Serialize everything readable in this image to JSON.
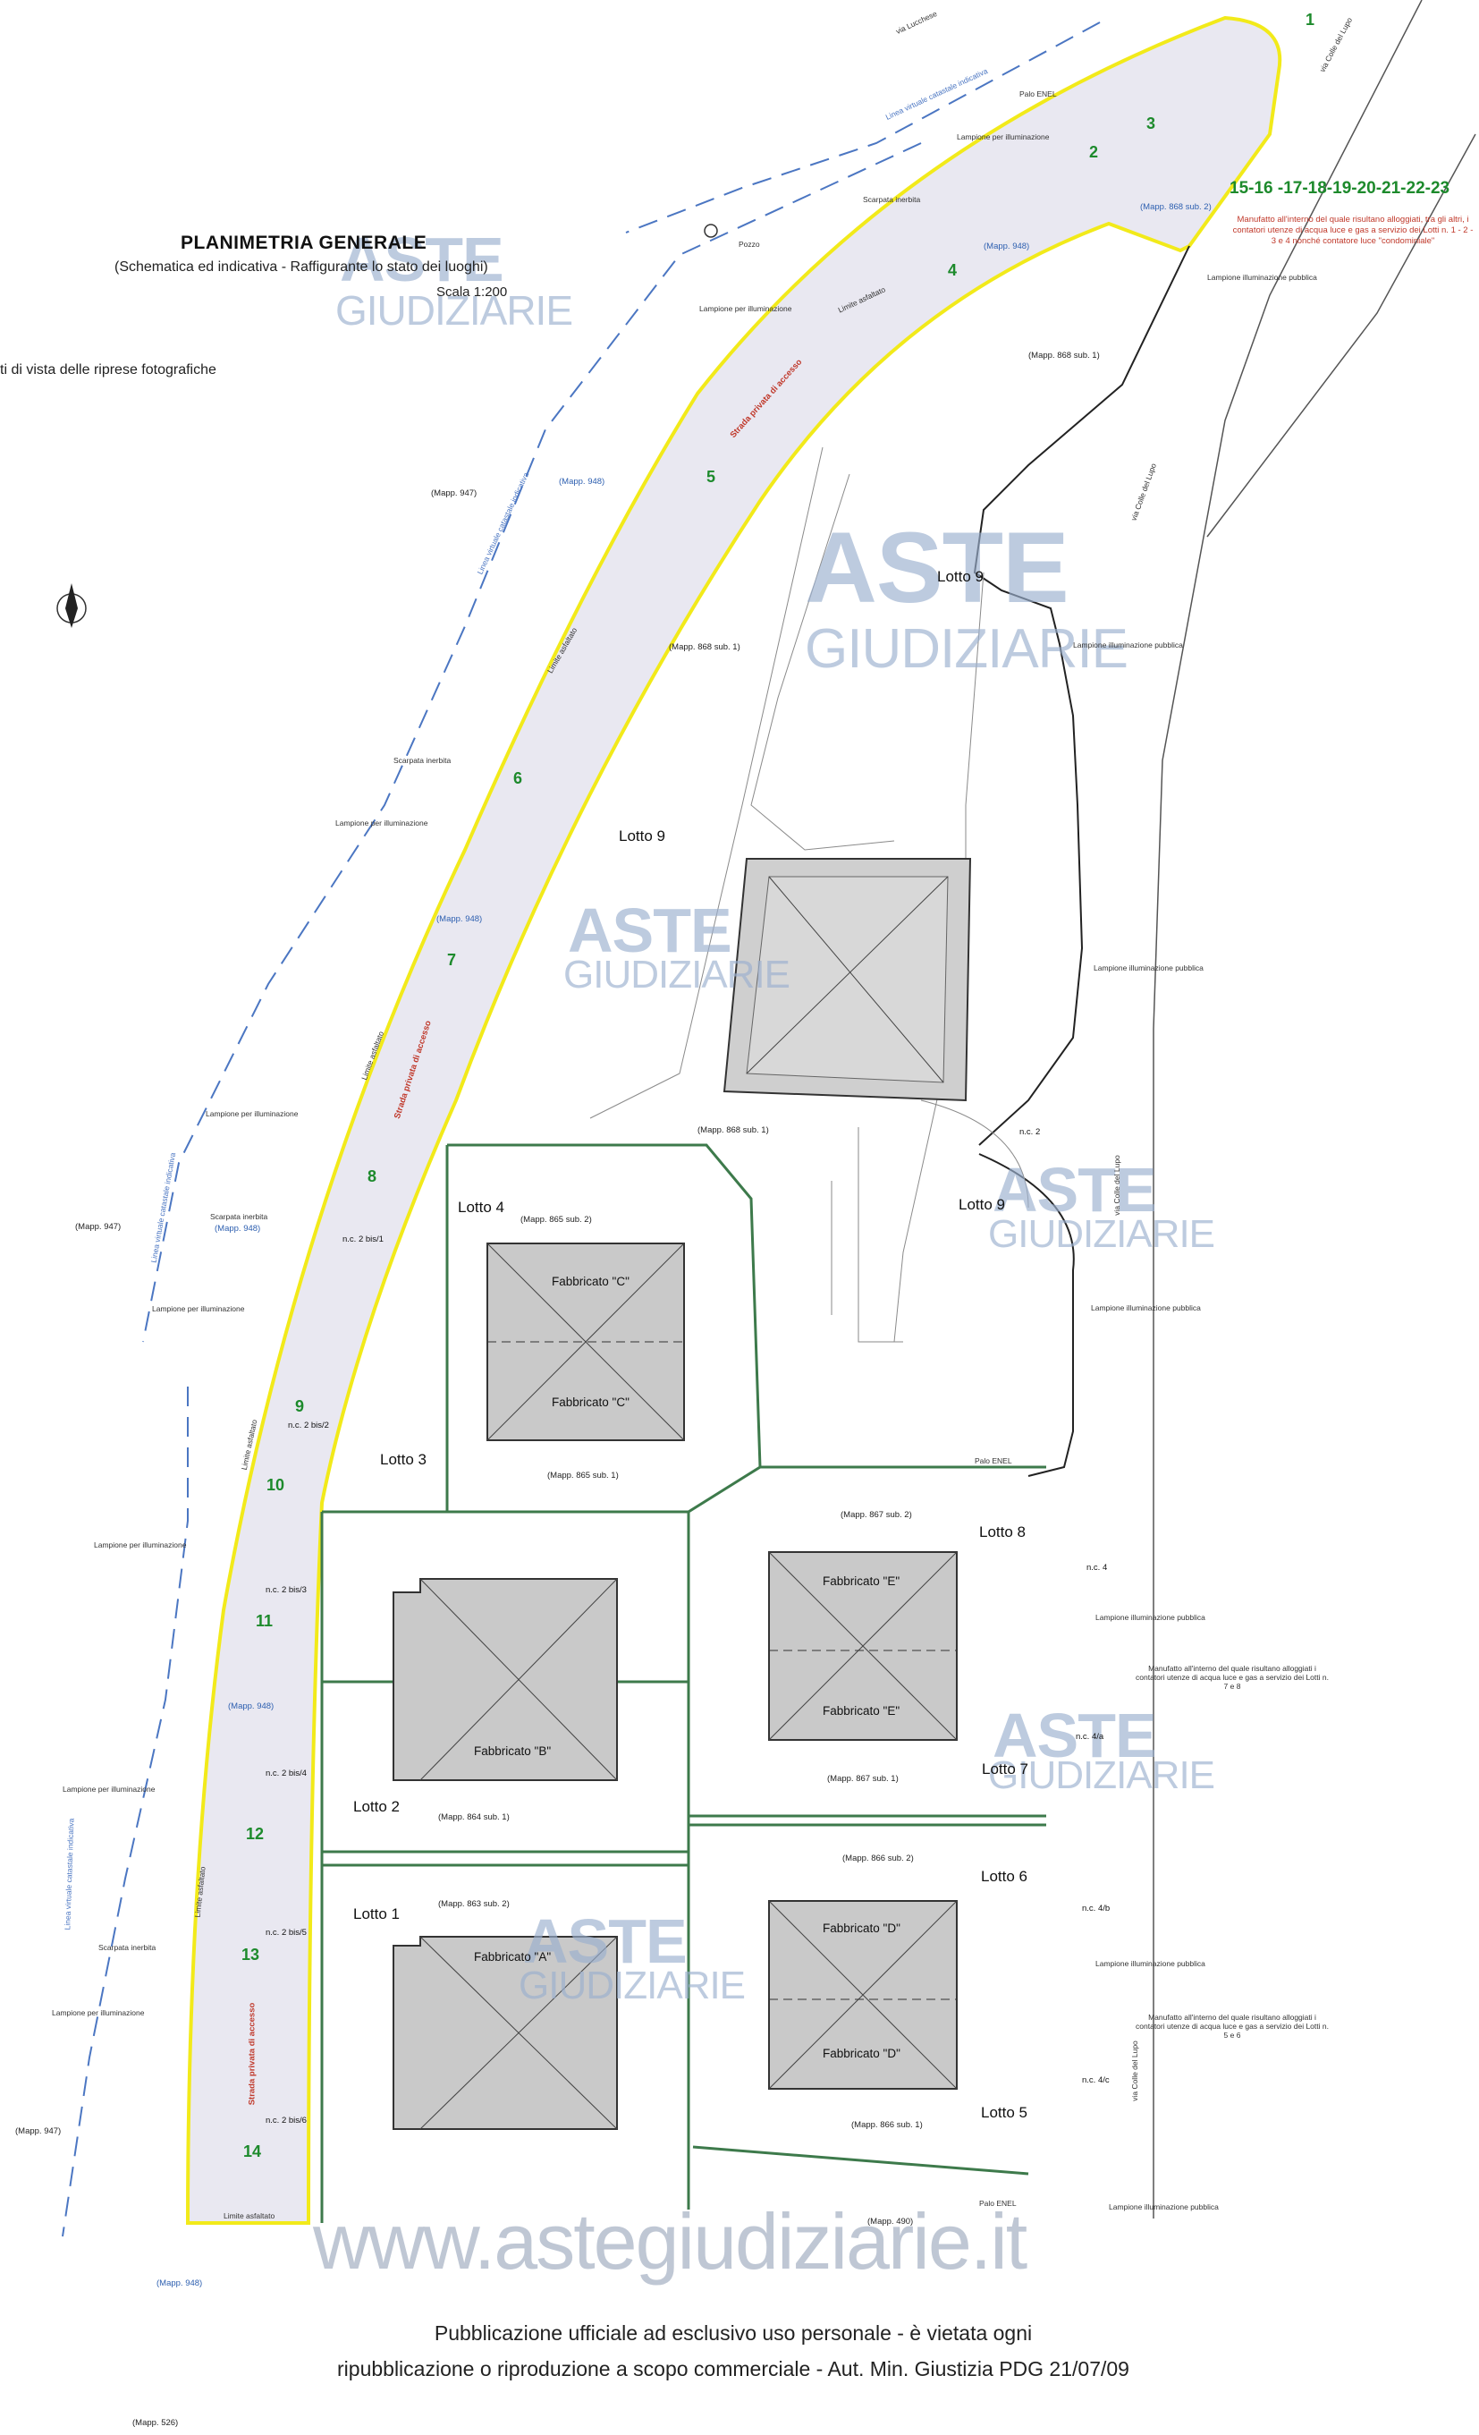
{
  "header": {
    "title": "PLANIMETRIA GENERALE",
    "subtitle": "(Schematica ed indicativa - Raffigurante lo stato dei luoghi)",
    "scale": "Scala 1:200",
    "legend_fragment": "ti di vista delle riprese fotografiche"
  },
  "watermark": {
    "aste": "ASTE",
    "giudiziarie": "GIUDIZIARIE",
    "site": "www.astegiudiziarie.it"
  },
  "footer": {
    "line1": "Pubblicazione ufficiale ad esclusivo uso personale - è vietata ogni",
    "line2": "ripubblicazione o riproduzione a scopo commerciale - Aut. Min. Giustizia PDG 21/07/09"
  },
  "streets": {
    "via_lucchese": "via Lucchese",
    "colle_del_lupo": "via Colle del Lupo"
  },
  "lotti": {
    "lotto9": "Lotto 9",
    "lotto4": "Lotto 4",
    "lotto3": "Lotto 3",
    "lotto2": "Lotto 2",
    "lotto1": "Lotto 1",
    "lotto8": "Lotto 8",
    "lotto7": "Lotto 7",
    "lotto6": "Lotto 6",
    "lotto5": "Lotto 5"
  },
  "fabbricati": {
    "c_top": "Fabbricato \"C\"",
    "c_bot": "Fabbricato \"C\"",
    "b_bot": "Fabbricato \"B\"",
    "a_top": "Fabbricato \"A\"",
    "e_top": "Fabbricato \"E\"",
    "e_bot": "Fabbricato \"E\"",
    "d_top": "Fabbricato \"D\"",
    "d_bot": "Fabbricato \"D\""
  },
  "mappali": {
    "m868_2": "(Mapp. 868 sub. 2)",
    "m948_a": "(Mapp. 948)",
    "m868_1a": "(Mapp. 868 sub. 1)",
    "m947_a": "(Mapp. 947)",
    "m948_b": "(Mapp. 948)",
    "m868_1b": "(Mapp. 868 sub. 1)",
    "m948_c": "(Mapp. 948)",
    "m868_1c": "(Mapp. 868 sub. 1)",
    "m947_b": "(Mapp. 947)",
    "m948_d": "(Mapp. 948)",
    "m865_2": "(Mapp. 865 sub. 2)",
    "m865_1": "(Mapp. 865 sub. 1)",
    "m867_2": "(Mapp. 867 sub. 2)",
    "m948_e": "(Mapp. 948)",
    "m867_1": "(Mapp. 867 sub. 1)",
    "m864_1": "(Mapp. 864 sub. 1)",
    "m863_2": "(Mapp. 863 sub. 2)",
    "m866_2": "(Mapp. 866 sub. 2)",
    "m866_1": "(Mapp. 866 sub. 1)",
    "m947_c": "(Mapp. 947)",
    "m490": "(Mapp. 490)",
    "m948_f": "(Mapp. 948)",
    "m526": "(Mapp. 526)"
  },
  "civici": {
    "nc2bis1": "n.c. 2 bis/1",
    "nc2bis2": "n.c. 2 bis/2",
    "nc2bis3": "n.c. 2 bis/3",
    "nc2bis4": "n.c. 2 bis/4",
    "nc2bis5": "n.c. 2 bis/5",
    "nc2bis6": "n.c. 2 bis/6",
    "nc2": "n.c. 2",
    "nc4": "n.c. 4",
    "nc4a": "n.c. 4/a",
    "nc4b": "n.c. 4/b",
    "nc4c": "n.c. 4/c"
  },
  "photo_points": [
    "1",
    "2",
    "3",
    "4",
    "5",
    "6",
    "7",
    "8",
    "9",
    "10",
    "11",
    "12",
    "13",
    "14"
  ],
  "photo_group": "15-16 -17-18-19-20-21-22-23",
  "notes": {
    "manufatto_top": "Manufatto all'interno del quale risultano alloggiati, tra gli altri, i contatori utenze di acqua luce e gas a servizio dei Lotti n. 1 - 2 - 3 e 4 nonché contatore luce \"condominiale\"",
    "manufatto_78": "Manufatto all'interno del quale risultano alloggiati i contatori utenze di acqua luce e gas a servizio dei Lotti n. 7 e 8",
    "manufatto_56": "Manufatto all'interno del quale risultano alloggiati i contatori utenze di acqua luce e gas a servizio dei Lotti n. 5 e 6"
  },
  "labels": {
    "palo_enel": "Palo ENEL",
    "lampione_illum": "Lampione per illuminazione",
    "lampione_pubblica": "Lampione illuminazione pubblica",
    "scarpata": "Scarpata inerbita",
    "limite_asfaltato": "Limite asfaltato",
    "strada_privata": "Strada privata di accesso",
    "linea_confine": "Linea virtuale catastale indicativa",
    "pozzo": "Pozzo"
  },
  "colors": {
    "road_fill": "#e9e8f1",
    "road_edge": "#f2ea1a",
    "boundary_green": "#3d7a4b",
    "roof": "#c9c9c9",
    "green_text": "#1d8a2c",
    "blue_text": "#2d5fb0",
    "red_text": "#c0392b"
  }
}
